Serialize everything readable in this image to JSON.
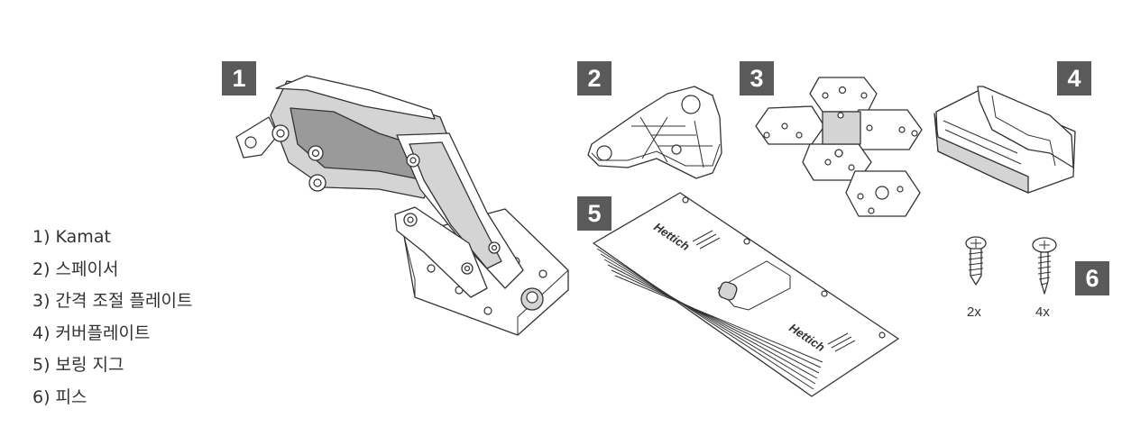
{
  "legend": {
    "items": [
      "1) Kamat",
      "2) 스페이서",
      "3) 간격 조절 플레이트",
      "4) 커버플레이트",
      "5) 보링 지그",
      "6) 피스"
    ]
  },
  "badges": {
    "b1": "1",
    "b2": "2",
    "b3": "3",
    "b4": "4",
    "b5": "5",
    "b6": "6"
  },
  "screws": {
    "short_qty": "2x",
    "long_qty": "4x"
  },
  "jig": {
    "brand_top": "Hettich",
    "brand_bottom": "Hettich"
  },
  "colors": {
    "badge_bg": "#5a5a5a",
    "line": "#333333"
  }
}
